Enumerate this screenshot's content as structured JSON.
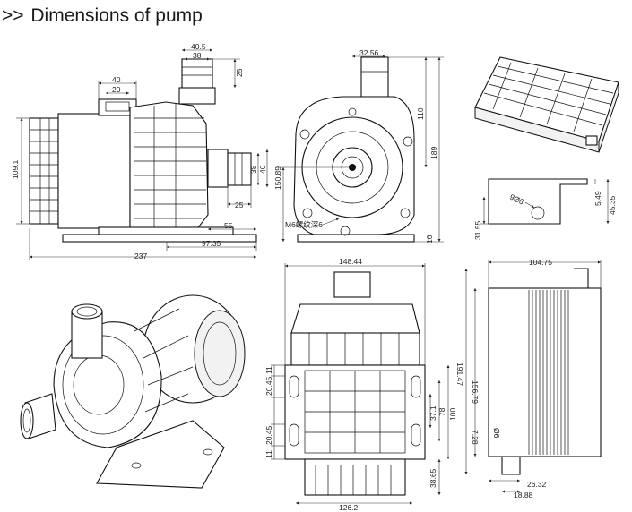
{
  "title": {
    "prefix": ">>",
    "text": "Dimensions of pump"
  },
  "side_view": {
    "dims": {
      "inlet_outer": "40.5",
      "inlet_inner": "38",
      "inlet_height": "25",
      "bracket_top_40": "40",
      "bracket_top_20": "20",
      "motor_dia": "109.1",
      "outlet_38": "38",
      "outlet_40": "40",
      "outlet_25": "25",
      "outlet_55": "55",
      "base_to_outlet": "97.35",
      "overall_length": "237"
    }
  },
  "front_view": {
    "dims": {
      "inlet_offset": "32.56",
      "height_110": "110",
      "height_189": "189",
      "center_height": "150.89",
      "base_thick": "10",
      "thread_label": "M6螺纹深6"
    }
  },
  "bottom_view": {
    "dims": {
      "width_top": "148.44",
      "width_bottom": "126.2",
      "h_11a": "11",
      "h_20_45a": "20.45",
      "h_20_45b": "20.45",
      "h_11b": "11",
      "h_37_1": "37.1",
      "h_78": "78",
      "h_100": "100",
      "h_38_65": "38.65"
    }
  },
  "controller_side": {
    "dims": {
      "hole_label": "9Ø6",
      "d_5_49": "5.49",
      "d_45_35": "45.35",
      "d_31_55": "31.55"
    }
  },
  "controller_top": {
    "dims": {
      "length": "104.75",
      "h_156_79": "156.79",
      "h_191_47": "191.47",
      "h_7_28": "7.28",
      "hole_dia": "Ø6",
      "d_26_32": "26.32",
      "d_18_88": "18.88"
    }
  }
}
